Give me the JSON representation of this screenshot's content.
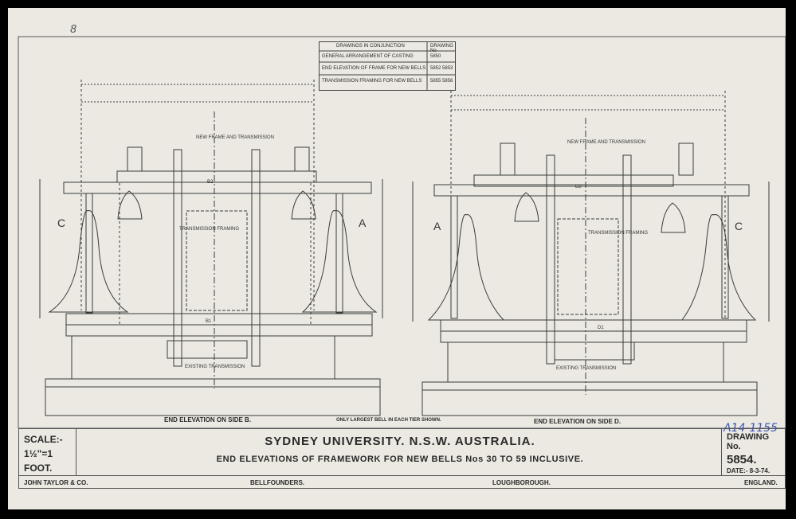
{
  "sheet": {
    "corner_mark": "8",
    "archive_ref": "A14-1155"
  },
  "reference_table": {
    "header_left": "DRAWINGS IN CONJUNCTION",
    "header_right": "DRAWING No",
    "rows": [
      {
        "label": "GENERAL ARRANGEMENT OF CASTING",
        "number": "5850"
      },
      {
        "label": "END ELEVATION OF FRAME FOR NEW BELLS",
        "number": "5852 5853"
      },
      {
        "label": "TRANSMISSION FRAMING FOR NEW BELLS",
        "number": "5855 5856"
      }
    ]
  },
  "elevations": {
    "left_label_side": "C",
    "left_label_other": "A",
    "right_label_side": "A",
    "right_label_other": "C",
    "left_caption": "END ELEVATION ON SIDE B.",
    "middle_caption": "ONLY LARGEST BELL IN EACH TIER SHOWN.",
    "right_caption": "END ELEVATION ON SIDE D.",
    "left_notes": [
      "NEW FRAME AND TRANSMISSION",
      "B2",
      "B1",
      "TRANSMISSION FRAMING",
      "EXISTING TRANSMISSION"
    ],
    "right_notes": [
      "NEW FRAME AND TRANSMISSION",
      "D2",
      "D1",
      "TRANSMISSION FRAMING",
      "EXISTING TRANSMISSION"
    ]
  },
  "title_block": {
    "scale_label": "SCALE:-",
    "scale_value": "1½\"=1 FOOT.",
    "title": "SYDNEY UNIVERSITY. N.S.W. AUSTRALIA.",
    "subtitle": "END ELEVATIONS OF FRAMEWORK FOR NEW BELLS Nos 30 TO 59 INCLUSIVE.",
    "drawing_label": "DRAWING No.",
    "drawing_number": "5854.",
    "date": "DATE:- 8-3-74.",
    "maker": "JOHN TAYLOR & CO.",
    "trade": "BELLFOUNDERS.",
    "town": "LOUGHBOROUGH.",
    "country": "ENGLAND."
  }
}
